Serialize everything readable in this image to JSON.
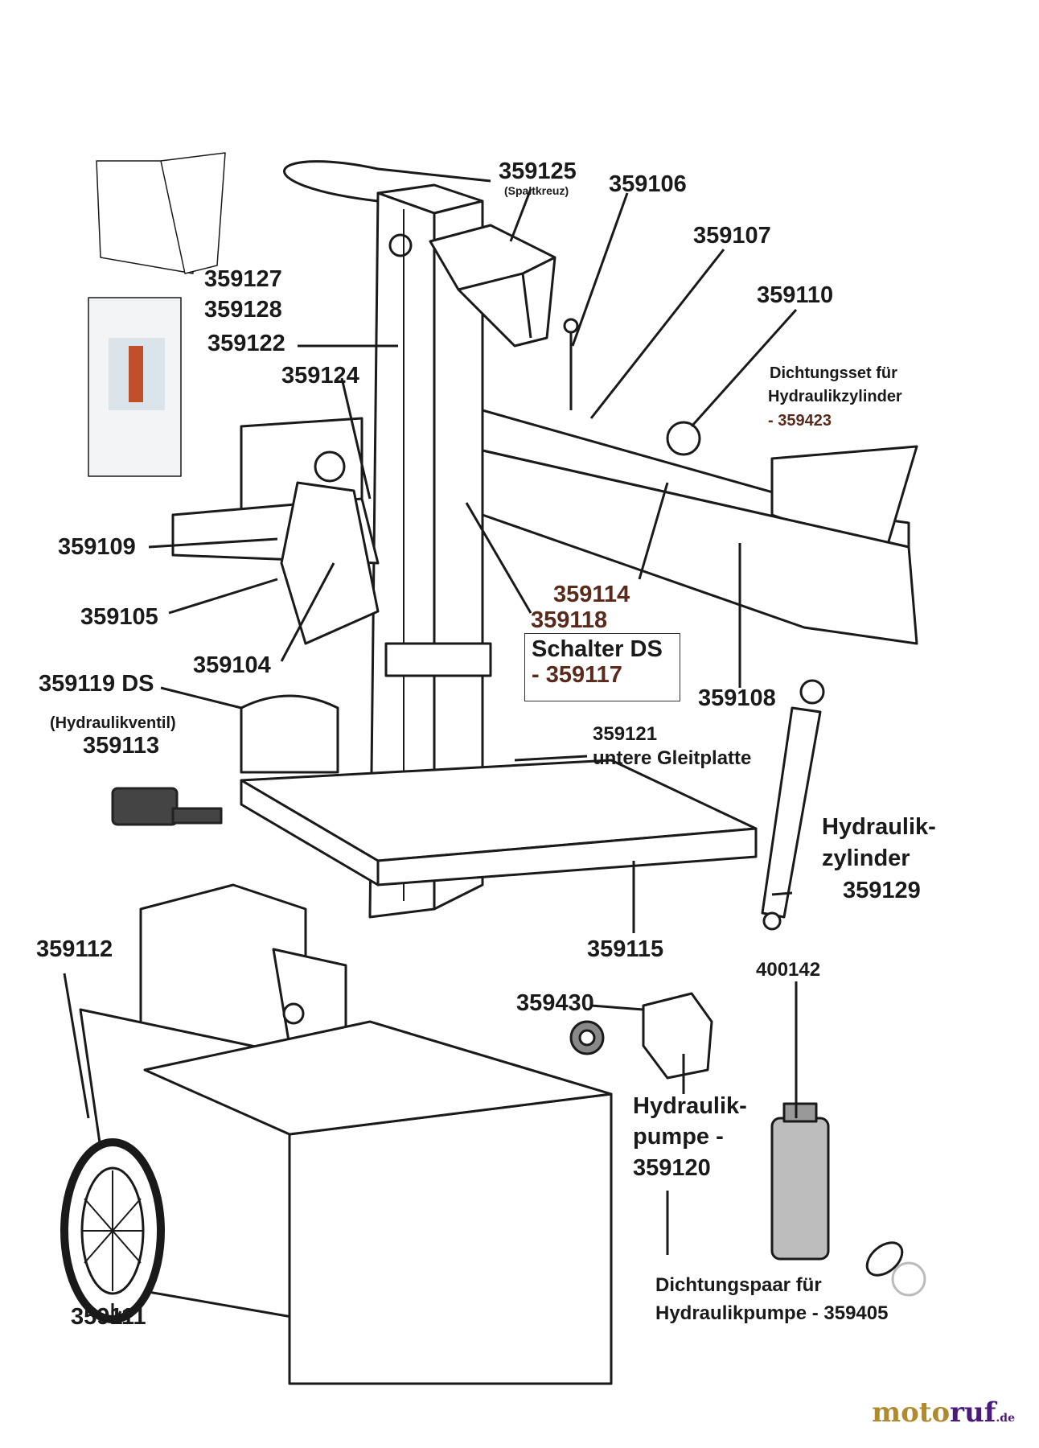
{
  "labels": {
    "p359125": "359125",
    "p359125_sub": "(Spaltkreuz)",
    "p359106": "359106",
    "p359107": "359107",
    "p359110": "359110",
    "seal_cyl_1": "Dichtungsset für",
    "seal_cyl_2": "Hydraulikzylinder",
    "seal_cyl_3": "- 359423",
    "p359127": "359127",
    "p359128": "359128",
    "p359122": "359122",
    "p359124": "359124",
    "p359109": "359109",
    "p359105": "359105",
    "p359104": "359104",
    "p359114": "359114",
    "p359118": "359118",
    "switch_1": "Schalter DS",
    "switch_2": "- 359117",
    "p359108": "359108",
    "p359119": "359119 DS",
    "valve": "(Hydraulikventil)",
    "p359113": "359113",
    "p359121": "359121",
    "p359121_sub": "untere Gleitplatte",
    "cyl_1": "Hydraulik-",
    "cyl_2": "zylinder",
    "cyl_3": "359129",
    "p359115": "359115",
    "p359112": "359112",
    "p400142": "400142",
    "p359430": "359430",
    "pump_1": "Hydraulik-",
    "pump_2": "pumpe -",
    "pump_3": "359120",
    "pair_1": "Dichtungspaar für",
    "pair_2": "Hydraulikpumpe - 359405",
    "p359111": "359111"
  },
  "logo": {
    "part1": "moto",
    "part2": "ruf",
    "suffix": ".de"
  },
  "colors": {
    "line": "#1a1a1a",
    "accent_brown": "#5a2a1c",
    "logo_gold": "#b08a2e",
    "logo_purple": "#4a1a7a"
  }
}
